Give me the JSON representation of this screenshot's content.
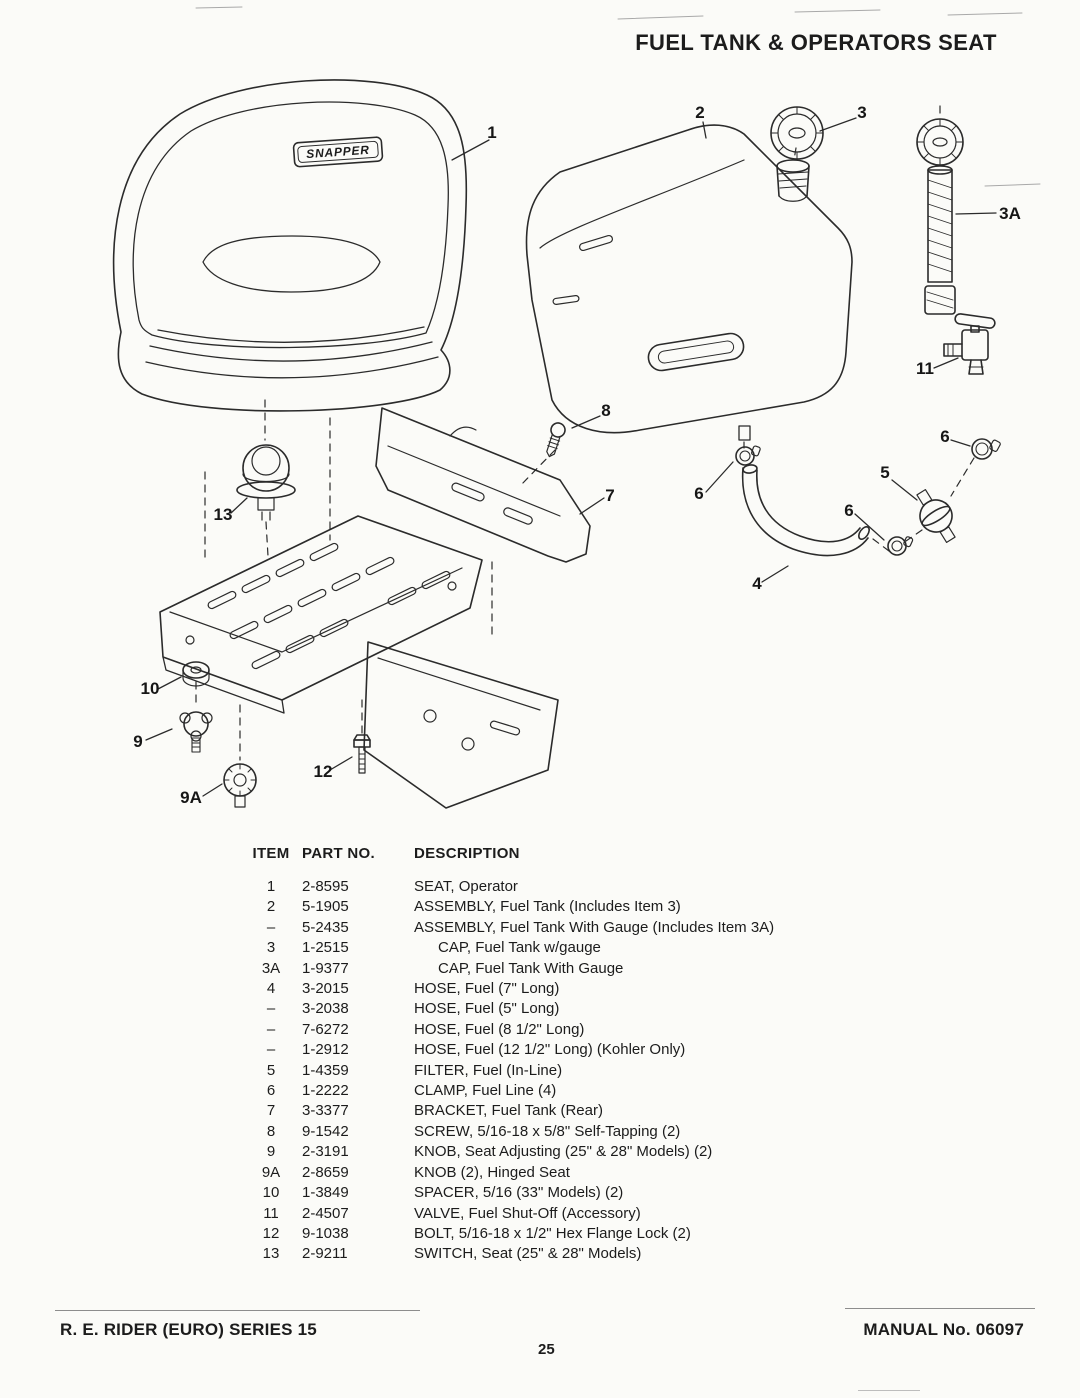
{
  "page": {
    "title": "FUEL TANK & OPERATORS SEAT",
    "footer_left": "R. E. RIDER (EURO) SERIES 15",
    "footer_center": "25",
    "footer_right": "MANUAL No. 06097"
  },
  "diagram": {
    "seat_logo": "SNAPPER",
    "callouts": [
      "1",
      "2",
      "3",
      "3A",
      "11",
      "6",
      "5",
      "6",
      "6",
      "4",
      "8",
      "7",
      "13",
      "10",
      "9",
      "9A",
      "12"
    ]
  },
  "table": {
    "headers": [
      "ITEM",
      "PART NO.",
      "DESCRIPTION"
    ],
    "rows": [
      {
        "item": "1",
        "part": "2-8595",
        "desc": "SEAT, Operator"
      },
      {
        "item": "2",
        "part": "5-1905",
        "desc": "ASSEMBLY, Fuel Tank (Includes Item 3)"
      },
      {
        "item": "–",
        "part": "5-2435",
        "desc": "ASSEMBLY, Fuel Tank With Gauge (Includes Item 3A)"
      },
      {
        "item": "3",
        "part": "1-2515",
        "desc": "CAP, Fuel Tank w/gauge"
      },
      {
        "item": "3A",
        "part": "1-9377",
        "desc": "CAP, Fuel Tank With Gauge"
      },
      {
        "item": "4",
        "part": "3-2015",
        "desc": "HOSE, Fuel (7\" Long)"
      },
      {
        "item": "–",
        "part": "3-2038",
        "desc": "HOSE, Fuel (5\" Long)"
      },
      {
        "item": "–",
        "part": "7-6272",
        "desc": "HOSE, Fuel (8 1/2\" Long)"
      },
      {
        "item": "–",
        "part": "1-2912",
        "desc": "HOSE, Fuel (12 1/2\" Long) (Kohler Only)"
      },
      {
        "item": "5",
        "part": "1-4359",
        "desc": "FILTER, Fuel (In-Line)"
      },
      {
        "item": "6",
        "part": "1-2222",
        "desc": "CLAMP, Fuel Line (4)"
      },
      {
        "item": "7",
        "part": "3-3377",
        "desc": "BRACKET, Fuel Tank (Rear)"
      },
      {
        "item": "8",
        "part": "9-1542",
        "desc": "SCREW, 5/16-18 x 5/8\" Self-Tapping (2)"
      },
      {
        "item": "9",
        "part": "2-3191",
        "desc": "KNOB, Seat Adjusting (25\" & 28\" Models) (2)"
      },
      {
        "item": "9A",
        "part": "2-8659",
        "desc": "KNOB (2), Hinged Seat"
      },
      {
        "item": "10",
        "part": "1-3849",
        "desc": "SPACER, 5/16 (33\" Models) (2)"
      },
      {
        "item": "11",
        "part": "2-4507",
        "desc": "VALVE, Fuel Shut-Off (Accessory)"
      },
      {
        "item": "12",
        "part": "9-1038",
        "desc": "BOLT, 5/16-18 x 1/2\" Hex Flange Lock (2)"
      },
      {
        "item": "13",
        "part": "2-9211",
        "desc": "SWITCH, Seat (25\" & 28\" Models)"
      }
    ]
  }
}
